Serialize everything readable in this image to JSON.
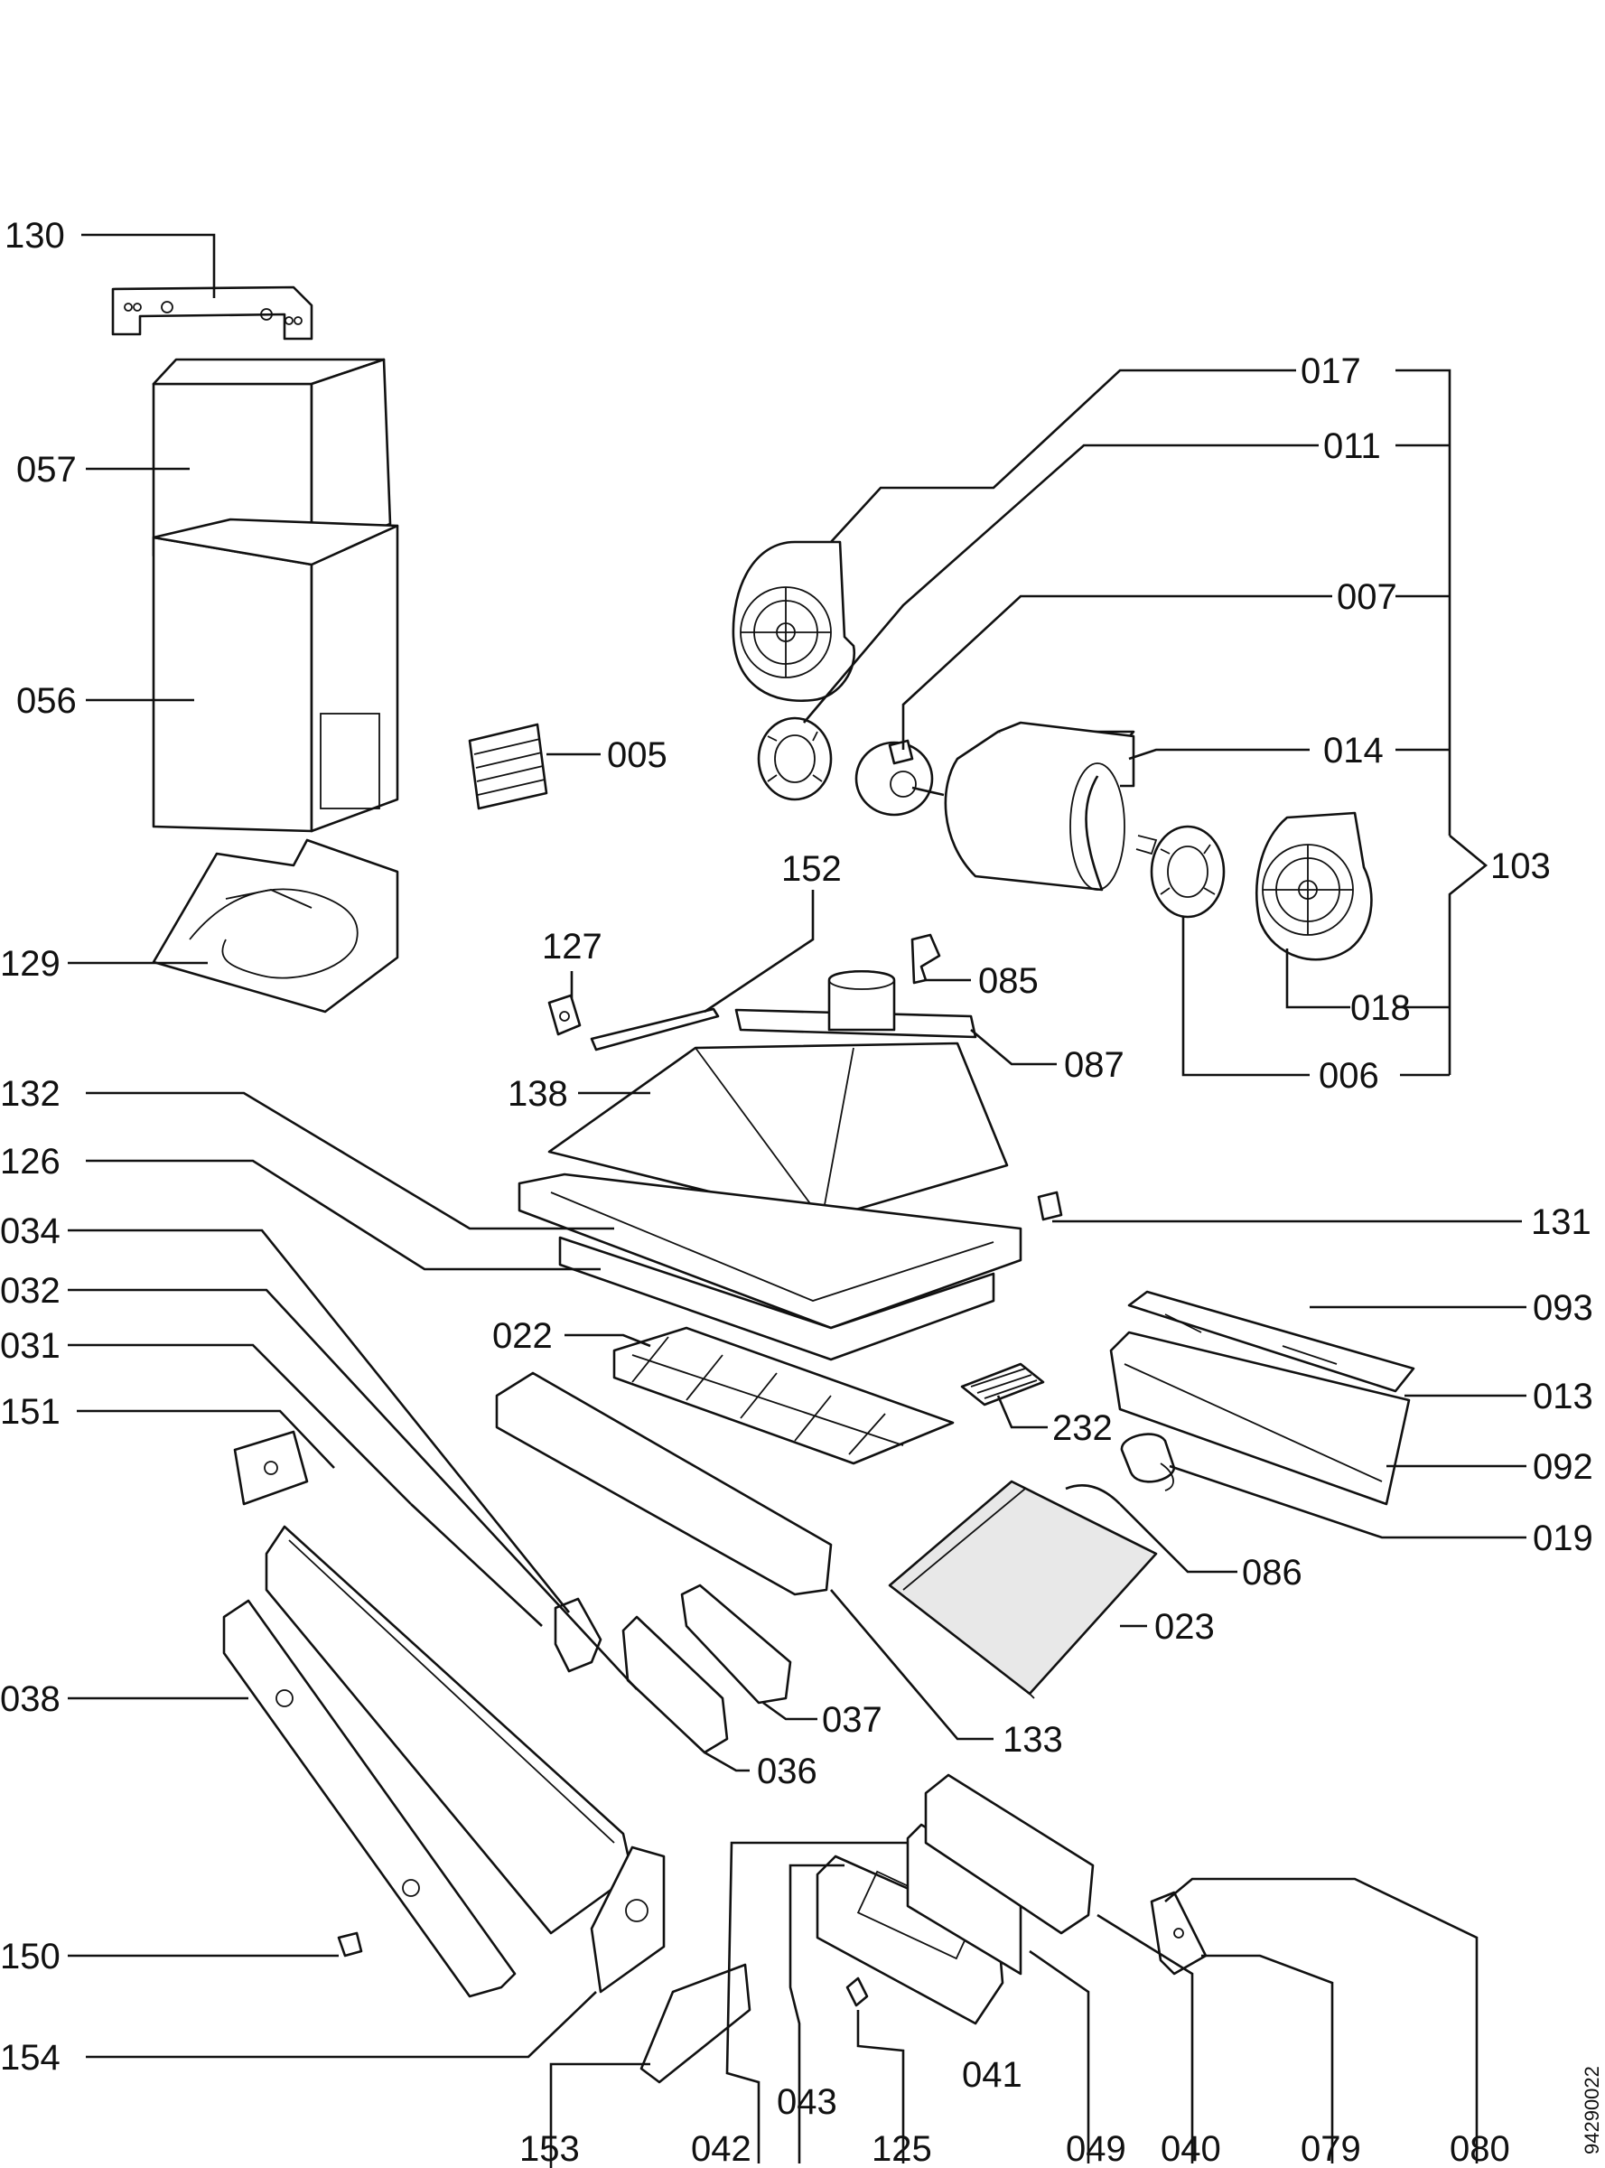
{
  "labels": {
    "p130": "130",
    "p057": "057",
    "p056": "056",
    "p129": "129",
    "p005": "005",
    "p017": "017",
    "p011": "011",
    "p007": "007",
    "p014": "014",
    "p103": "103",
    "p018": "018",
    "p006": "006",
    "p152": "152",
    "p127": "127",
    "p085": "085",
    "p087": "087",
    "p138": "138",
    "p132": "132",
    "p126": "126",
    "p131": "131",
    "p034": "034",
    "p032": "032",
    "p031": "031",
    "p022": "022",
    "p093": "093",
    "p013": "013",
    "p092": "092",
    "p019": "019",
    "p232": "232",
    "p151": "151",
    "p086": "086",
    "p023": "023",
    "p038": "038",
    "p037": "037",
    "p133": "133",
    "p036": "036",
    "p150": "150",
    "p154": "154",
    "p153": "153",
    "p042": "042",
    "p043": "043",
    "p125": "125",
    "p041": "041",
    "p049": "049",
    "p040": "040",
    "p079": "079",
    "p080": "080"
  },
  "doc_number": "94290022"
}
